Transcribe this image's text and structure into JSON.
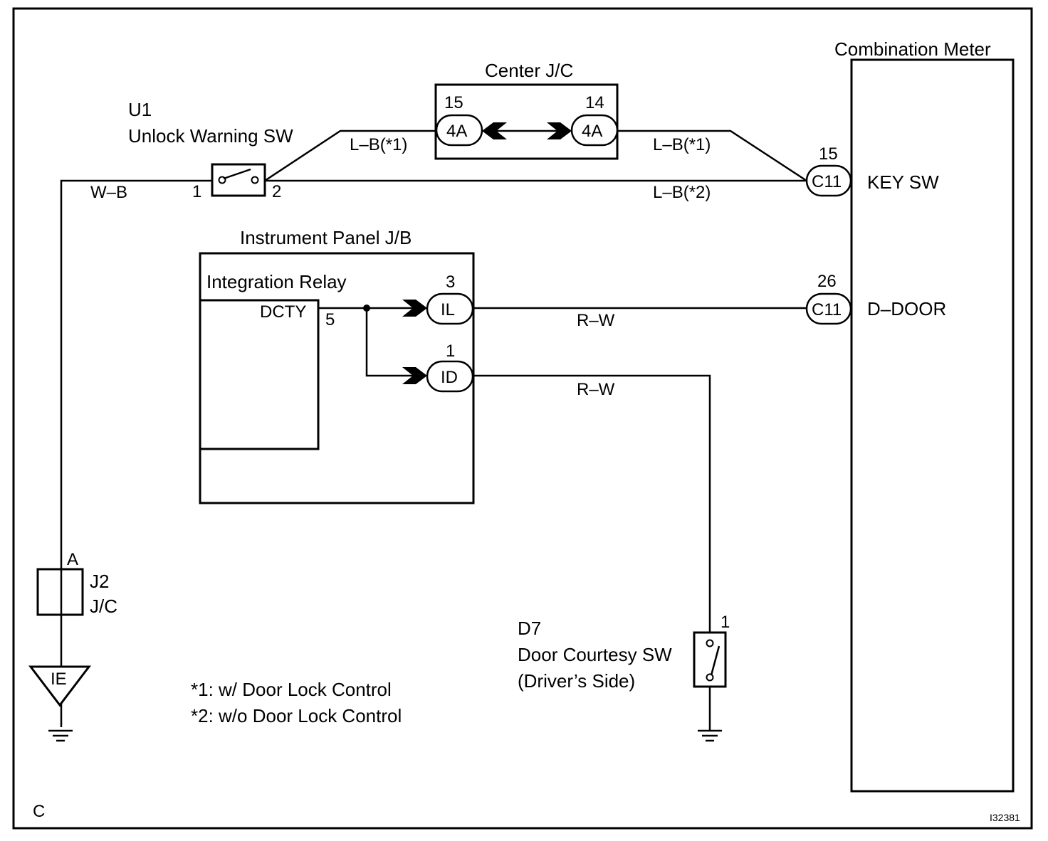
{
  "components": {
    "combination_meter": "Combination Meter",
    "center_jc": "Center J/C",
    "unlock_sw_code": "U1",
    "unlock_sw_name": "Unlock Warning SW",
    "instrument_panel_jb": "Instrument Panel J/B",
    "integration_relay": "Integration Relay",
    "dcty": "DCTY",
    "j2_code": "J2",
    "j2_name": "J/C",
    "door_sw_code": "D7",
    "door_sw_name": "Door Courtesy SW",
    "door_sw_side": "(Driver’s Side)"
  },
  "pins": {
    "center_left_pin": "15",
    "center_right_pin": "14",
    "center_left_conn": "4A",
    "center_right_conn": "4A",
    "u1_pin1": "1",
    "u1_pin2": "2",
    "meter_key_pin": "15",
    "meter_key_conn": "C11",
    "meter_key_label": "KEY SW",
    "meter_door_pin": "26",
    "meter_door_conn": "C11",
    "meter_door_label": "D–DOOR",
    "relay_pin": "5",
    "il_pin": "3",
    "il_conn": "IL",
    "id_pin": "1",
    "id_conn": "ID",
    "j2_pin": "A",
    "ground_ie": "IE",
    "d7_pin": "1"
  },
  "wires": {
    "wb": "W–B",
    "lb1_left": "L–B(*1)",
    "lb1_right": "L–B(*1)",
    "lb2": "L–B(*2)",
    "rw_top": "R–W",
    "rw_bottom": "R–W"
  },
  "notes": {
    "note1": "*1: w/ Door Lock Control",
    "note2": "*2: w/o Door Lock Control",
    "corner_letter": "C",
    "figure_id": "I32381"
  }
}
